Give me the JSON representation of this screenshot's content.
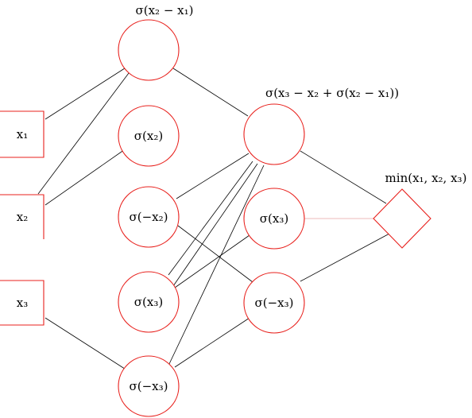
{
  "inputs": {
    "x1": "x₁",
    "x2": "x₂",
    "x3": "x₃"
  },
  "hidden1": {
    "top": "σ(x₂ − x₁)",
    "s_x2": "σ(x₂)",
    "s_neg_x2": "σ(−x₂)",
    "s_x3": "σ(x₃)",
    "s_neg_x3": "σ(−x₃)"
  },
  "hidden2": {
    "top": "σ(x₃ − x₂ + σ(x₂ − x₁))",
    "s_x3": "σ(x₃)",
    "s_neg_x3": "σ(−x₃)"
  },
  "output": {
    "label": "min(x₁, x₂, x₃)"
  },
  "colors": {
    "node_stroke": "#e8201c",
    "edge": "#000000",
    "edge_light": "#e8a0a0"
  }
}
